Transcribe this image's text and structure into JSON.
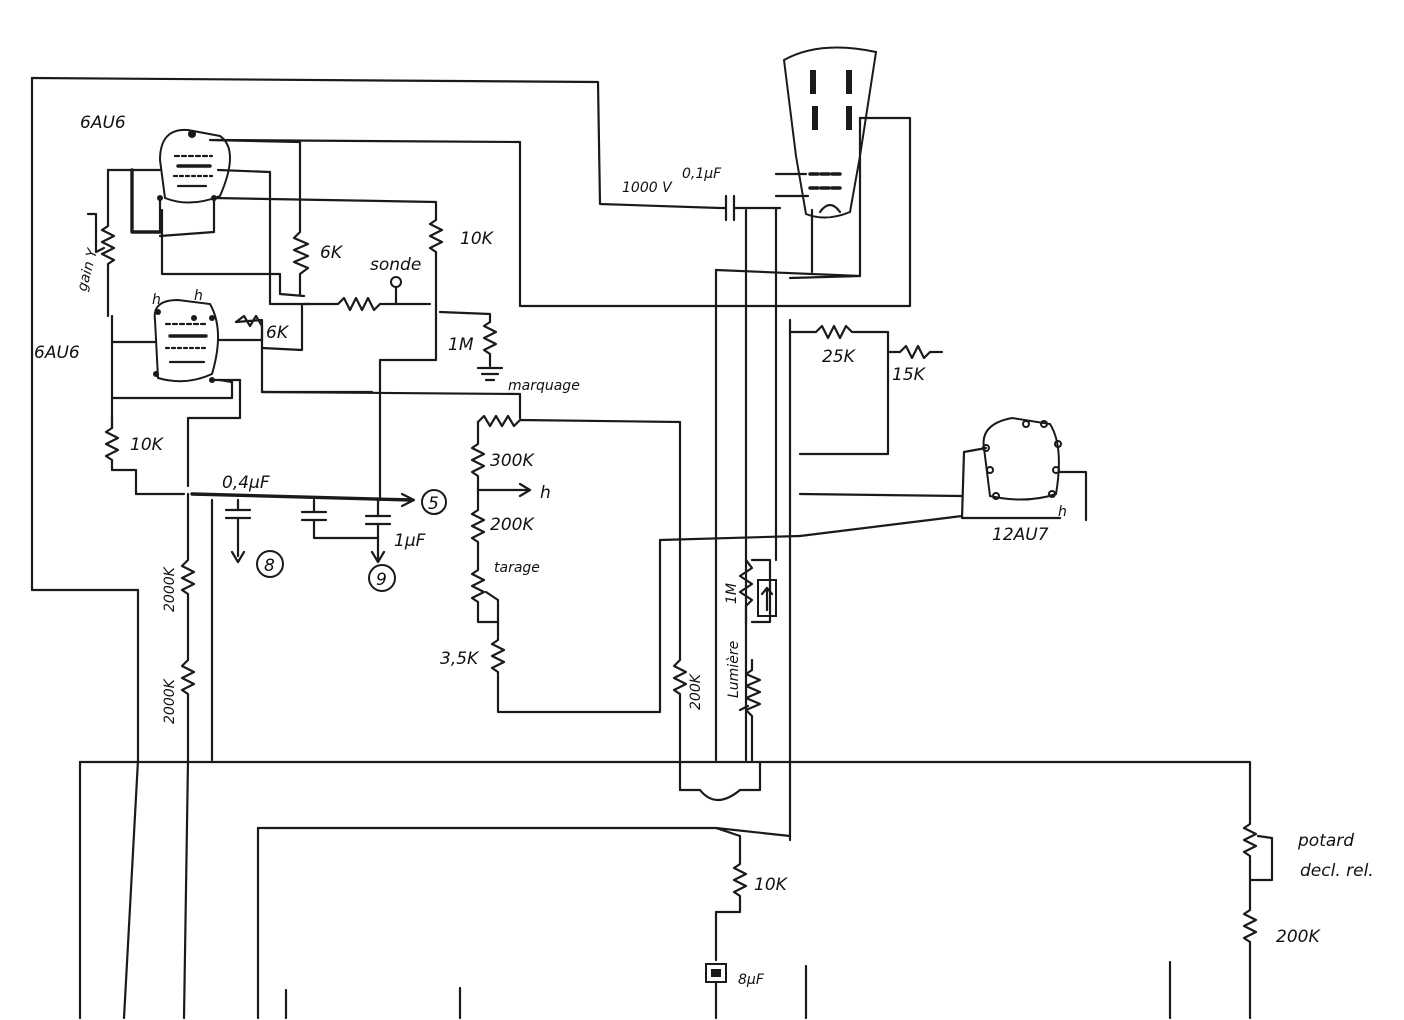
{
  "tubes": {
    "tube1": "6AU6",
    "tube2": "6AU6",
    "tube3": "12AU7"
  },
  "labels": {
    "gain": "gain Y",
    "r_6k_a": "6K",
    "r_10k_a": "10K",
    "sonde": "sonde",
    "r_6k_b": "6K",
    "r_1m_a": "1M",
    "marquage": "marquage",
    "r_10k_b": "10K",
    "c_04": "0,4µF",
    "node5": "5",
    "node8": "8",
    "node9": "9",
    "c_1": "1µF",
    "r_300k": "300K",
    "h_arrow": "h",
    "r_200k_a": "200K",
    "tarage": "tarage",
    "r_35k": "3,5K",
    "r_2000k_a": "2000K",
    "r_2000k_b": "2000K",
    "v_1000": "1000 V",
    "c_01": "0,1µF",
    "r_25k": "25K",
    "r_15k": "15K",
    "r_200k_b": "200K",
    "r_1m_b": "1M",
    "lumiere": "Lumière",
    "r_10k_c": "10K",
    "c_8": "8µF",
    "potard": "potard",
    "decl": "decl. rel.",
    "r_200k_c": "200K",
    "h_small_1": "h",
    "h_small_2": "h",
    "h_small_3": "h"
  }
}
